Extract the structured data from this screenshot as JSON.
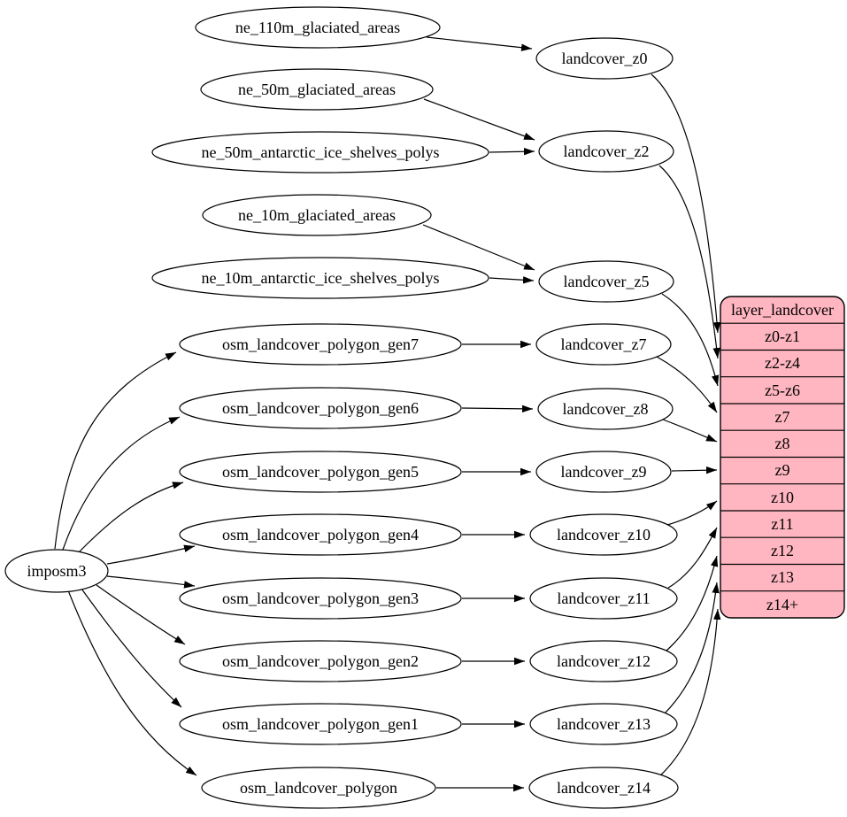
{
  "diagram_type": "graphviz-dependency-graph",
  "colors": {
    "background": "#ffffff",
    "node_fill": "#ffffff",
    "stroke": "#000000",
    "table_fill": "#ffb6c1"
  },
  "nodes": {
    "imposm3": "imposm3",
    "ne_110m_glaciated_areas": "ne_110m_glaciated_areas",
    "ne_50m_glaciated_areas": "ne_50m_glaciated_areas",
    "ne_50m_antarctic_ice_shelves_polys": "ne_50m_antarctic_ice_shelves_polys",
    "ne_10m_glaciated_areas": "ne_10m_glaciated_areas",
    "ne_10m_antarctic_ice_shelves_polys": "ne_10m_antarctic_ice_shelves_polys",
    "osm_landcover_polygon_gen7": "osm_landcover_polygon_gen7",
    "osm_landcover_polygon_gen6": "osm_landcover_polygon_gen6",
    "osm_landcover_polygon_gen5": "osm_landcover_polygon_gen5",
    "osm_landcover_polygon_gen4": "osm_landcover_polygon_gen4",
    "osm_landcover_polygon_gen3": "osm_landcover_polygon_gen3",
    "osm_landcover_polygon_gen2": "osm_landcover_polygon_gen2",
    "osm_landcover_polygon_gen1": "osm_landcover_polygon_gen1",
    "osm_landcover_polygon": "osm_landcover_polygon",
    "landcover_z0": "landcover_z0",
    "landcover_z2": "landcover_z2",
    "landcover_z5": "landcover_z5",
    "landcover_z7": "landcover_z7",
    "landcover_z8": "landcover_z8",
    "landcover_z9": "landcover_z9",
    "landcover_z10": "landcover_z10",
    "landcover_z11": "landcover_z11",
    "landcover_z12": "landcover_z12",
    "landcover_z13": "landcover_z13",
    "landcover_z14": "landcover_z14"
  },
  "table": {
    "title": "layer_landcover",
    "rows": [
      "z0-z1",
      "z2-z4",
      "z5-z6",
      "z7",
      "z8",
      "z9",
      "z10",
      "z11",
      "z12",
      "z13",
      "z14+"
    ]
  },
  "edges": [
    {
      "from": "imposm3",
      "to": "osm_landcover_polygon_gen7"
    },
    {
      "from": "imposm3",
      "to": "osm_landcover_polygon_gen6"
    },
    {
      "from": "imposm3",
      "to": "osm_landcover_polygon_gen5"
    },
    {
      "from": "imposm3",
      "to": "osm_landcover_polygon_gen4"
    },
    {
      "from": "imposm3",
      "to": "osm_landcover_polygon_gen3"
    },
    {
      "from": "imposm3",
      "to": "osm_landcover_polygon_gen2"
    },
    {
      "from": "imposm3",
      "to": "osm_landcover_polygon_gen1"
    },
    {
      "from": "imposm3",
      "to": "osm_landcover_polygon"
    },
    {
      "from": "ne_110m_glaciated_areas",
      "to": "landcover_z0"
    },
    {
      "from": "ne_50m_glaciated_areas",
      "to": "landcover_z2"
    },
    {
      "from": "ne_50m_antarctic_ice_shelves_polys",
      "to": "landcover_z2"
    },
    {
      "from": "ne_10m_glaciated_areas",
      "to": "landcover_z5"
    },
    {
      "from": "ne_10m_antarctic_ice_shelves_polys",
      "to": "landcover_z5"
    },
    {
      "from": "osm_landcover_polygon_gen7",
      "to": "landcover_z7"
    },
    {
      "from": "osm_landcover_polygon_gen6",
      "to": "landcover_z8"
    },
    {
      "from": "osm_landcover_polygon_gen5",
      "to": "landcover_z9"
    },
    {
      "from": "osm_landcover_polygon_gen4",
      "to": "landcover_z10"
    },
    {
      "from": "osm_landcover_polygon_gen3",
      "to": "landcover_z11"
    },
    {
      "from": "osm_landcover_polygon_gen2",
      "to": "landcover_z12"
    },
    {
      "from": "osm_landcover_polygon_gen1",
      "to": "landcover_z13"
    },
    {
      "from": "osm_landcover_polygon",
      "to": "landcover_z14"
    },
    {
      "from": "landcover_z0",
      "to": "layer_landcover.z0-z1"
    },
    {
      "from": "landcover_z2",
      "to": "layer_landcover.z2-z4"
    },
    {
      "from": "landcover_z5",
      "to": "layer_landcover.z5-z6"
    },
    {
      "from": "landcover_z7",
      "to": "layer_landcover.z7"
    },
    {
      "from": "landcover_z8",
      "to": "layer_landcover.z8"
    },
    {
      "from": "landcover_z9",
      "to": "layer_landcover.z9"
    },
    {
      "from": "landcover_z10",
      "to": "layer_landcover.z10"
    },
    {
      "from": "landcover_z11",
      "to": "layer_landcover.z11"
    },
    {
      "from": "landcover_z12",
      "to": "layer_landcover.z12"
    },
    {
      "from": "landcover_z13",
      "to": "layer_landcover.z13"
    },
    {
      "from": "landcover_z14",
      "to": "layer_landcover.z14+"
    }
  ]
}
